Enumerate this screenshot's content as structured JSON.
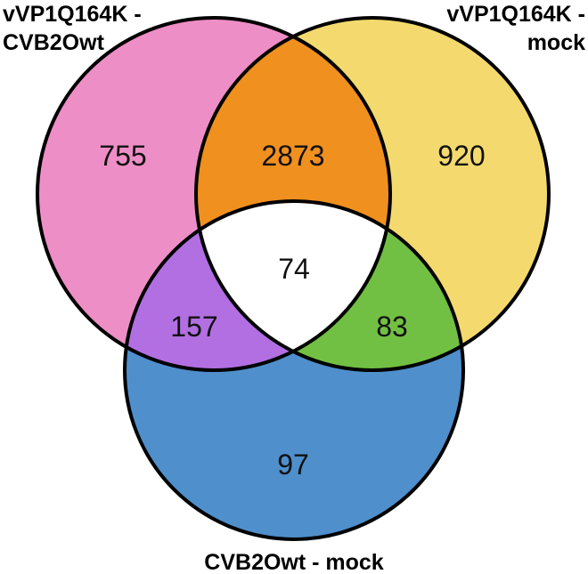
{
  "sets": {
    "a": {
      "label_line1": "vVP1Q164K -",
      "label_line2": "CVB2Owt",
      "color": "#ee8ec6"
    },
    "b": {
      "label_line1": "vVP1Q164K -",
      "label_line2": "mock",
      "color": "#f4da6e"
    },
    "c": {
      "label": "CVB2Owt - mock",
      "color": "#4f8fcc"
    }
  },
  "regions": {
    "a_only": {
      "count": "755"
    },
    "b_only": {
      "count": "920"
    },
    "c_only": {
      "count": "97"
    },
    "ab": {
      "count": "2873",
      "color": "#f0901f"
    },
    "ac": {
      "count": "157",
      "color": "#b26fe2"
    },
    "bc": {
      "count": "83",
      "color": "#72c043"
    },
    "abc": {
      "count": "74",
      "color": "#ffffff"
    }
  }
}
